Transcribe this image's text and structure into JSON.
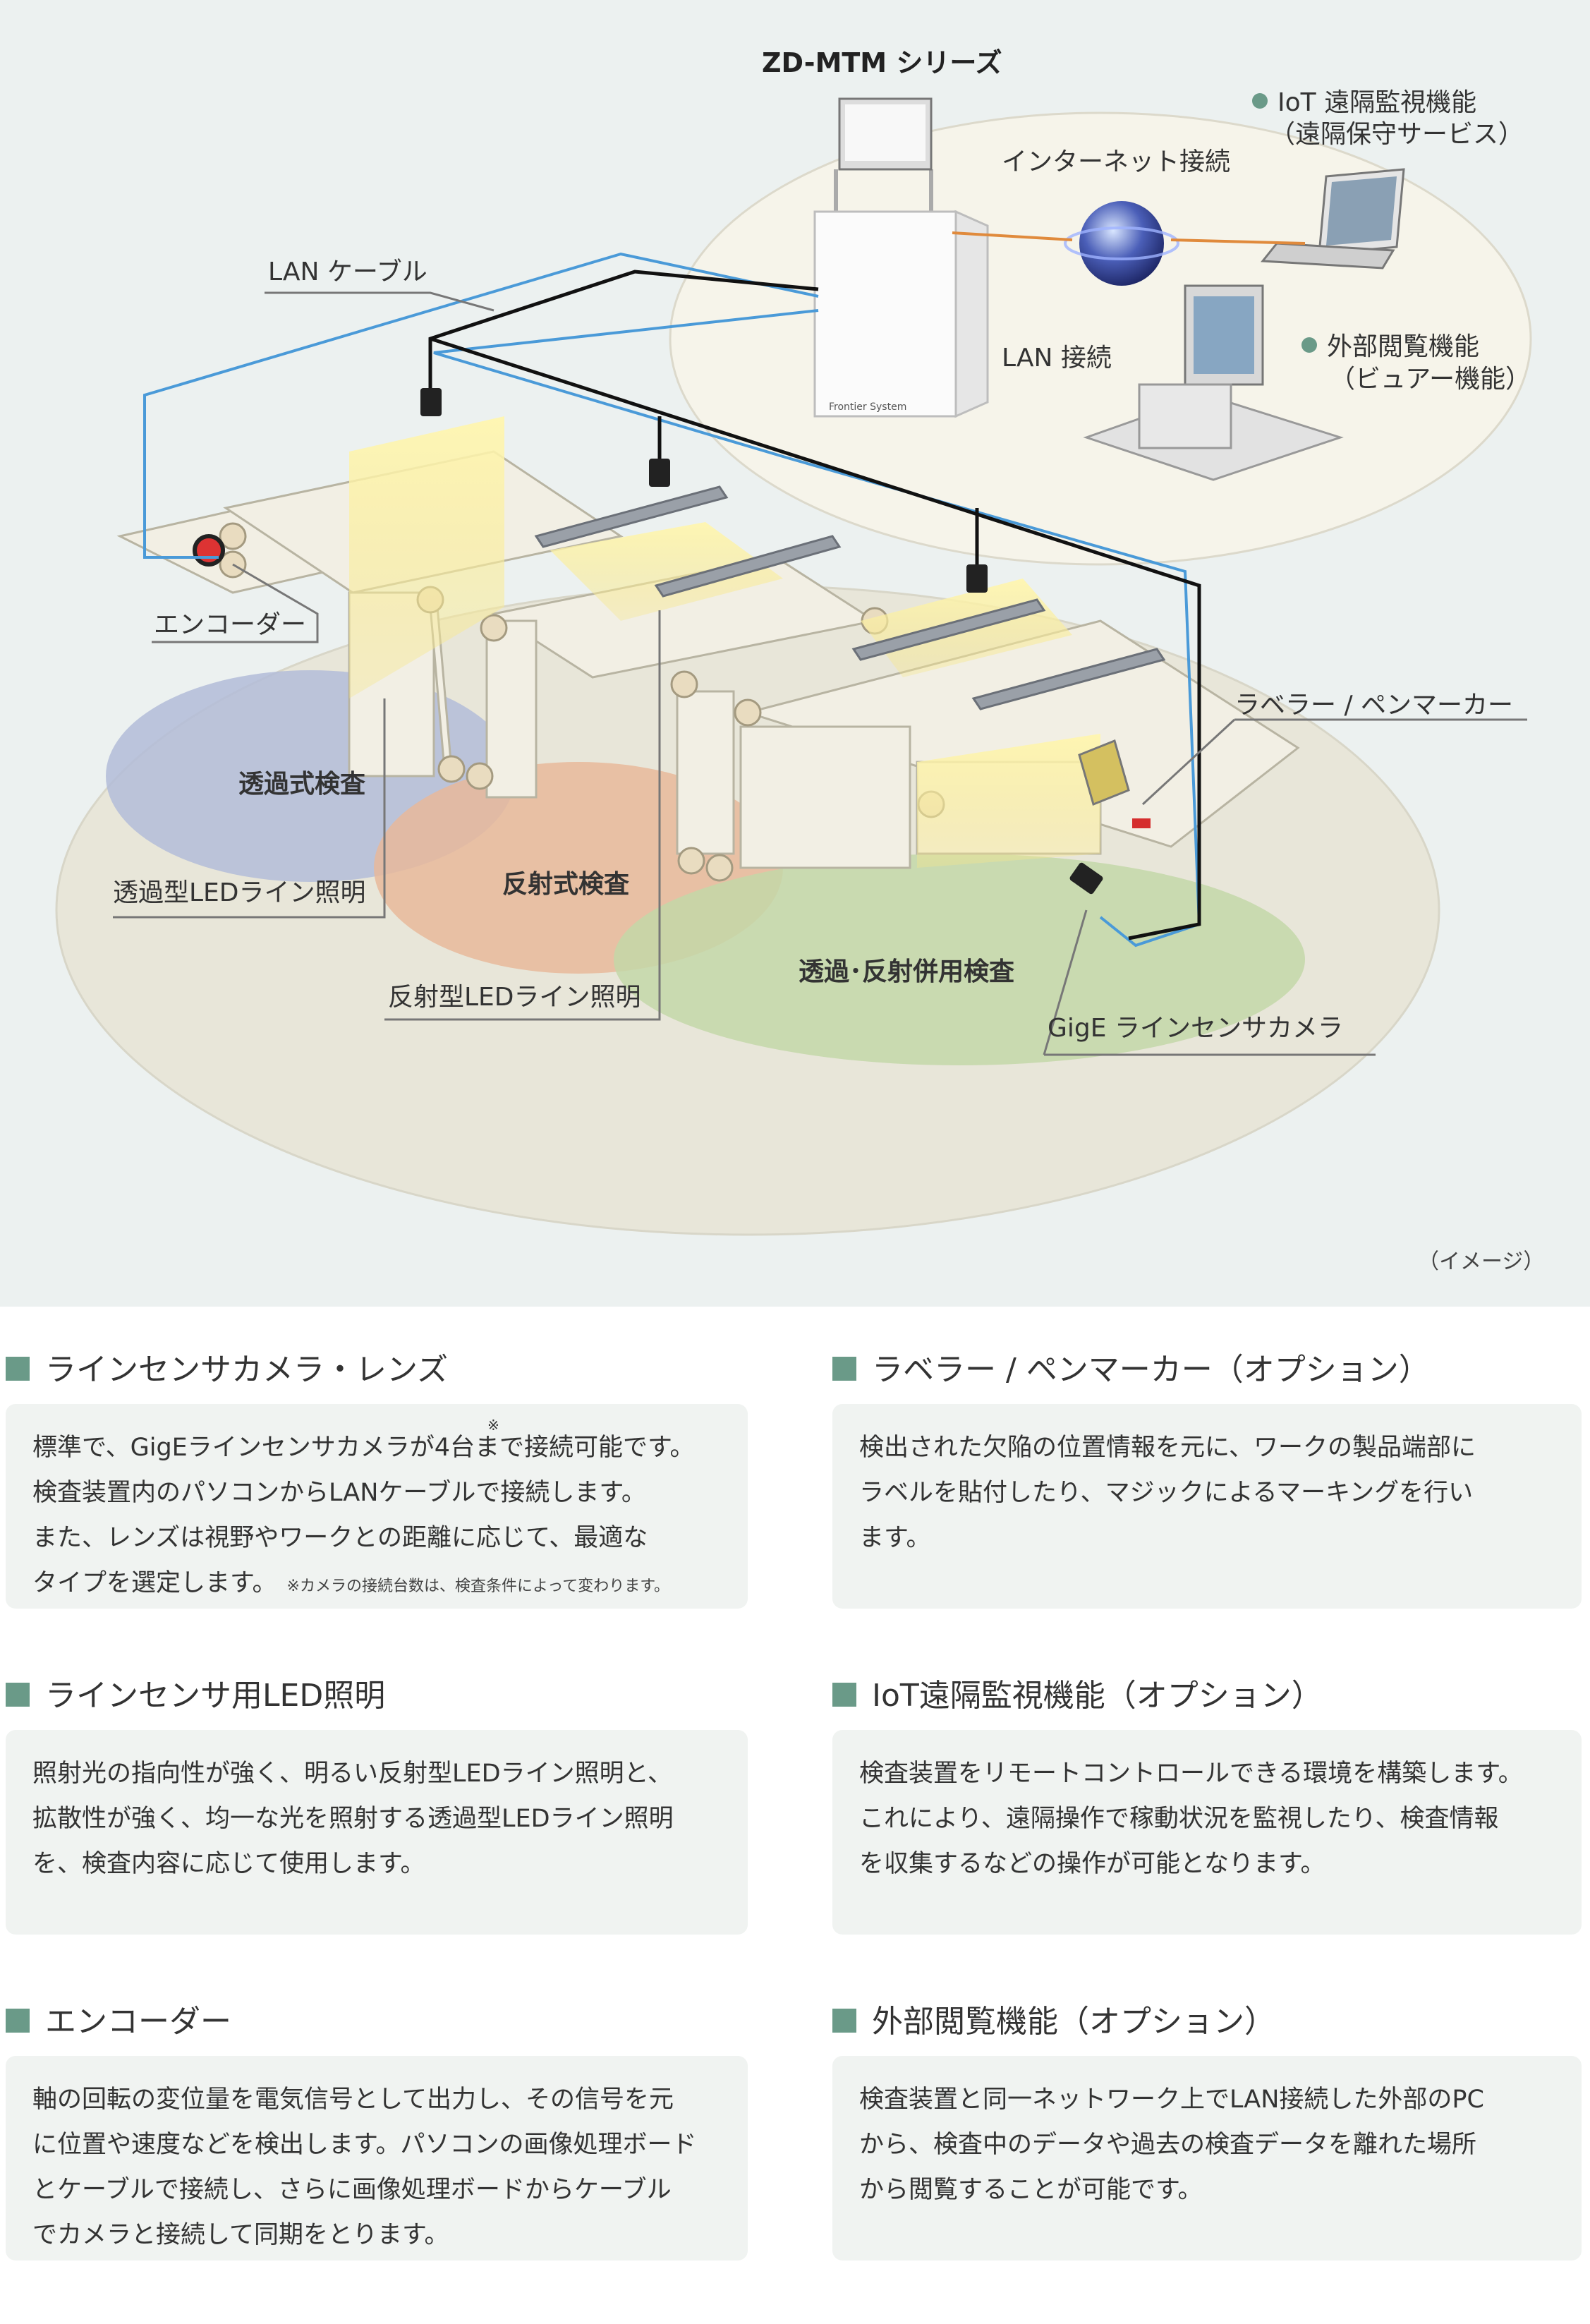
{
  "diagram": {
    "title": "ZD-MTM シリーズ",
    "labels": {
      "iot": "IoT 遠隔監視機能",
      "iot_sub": "（遠隔保守サービス）",
      "internet": "インターネット接続",
      "lan_cable": "LAN ケーブル",
      "lan_conn": "LAN 接続",
      "viewer": "外部閲覧機能",
      "viewer_sub": "（ビュアー機能）",
      "encoder": "エンコーダー",
      "labeler": "ラベラー / ペンマーカー",
      "transmit_insp": "透過式検査",
      "transmit_led": "透過型LEDライン照明",
      "reflect_insp": "反射式検査",
      "reflect_led": "反射型LEDライン照明",
      "combined_insp": "透過･反射併用検査",
      "camera": "GigE ラインセンサカメラ",
      "image_note": "（イメージ）",
      "device_brand": "Frontier System"
    },
    "colors": {
      "accent": "#6a9a88",
      "lan_blue": "#4a9ad8",
      "cable_black": "#111111",
      "internet_orange": "#e08a3c",
      "transmit_zone": "#b3bcd8",
      "reflect_zone": "#e8b99a",
      "combined_zone": "#c3d7a8"
    }
  },
  "sections": [
    {
      "heading": "ラインセンサカメラ・レンズ",
      "lines": [
        "標準で、GigEラインセンサカメラが4台まで接続可能です。",
        "検査装置内のパソコンからLANケーブルで接続します。",
        "また、レンズは視野やワークとの距離に応じて、最適な",
        "タイプを選定します。"
      ],
      "mark": "※",
      "note": "※カメラの接続台数は、検査条件によって変わります。"
    },
    {
      "heading": "ラベラー / ペンマーカー（オプション）",
      "lines": [
        "検出された欠陥の位置情報を元に、ワークの製品端部に",
        "ラベルを貼付したり、マジックによるマーキングを行い",
        "ます。"
      ]
    },
    {
      "heading": "ラインセンサ用LED照明",
      "lines": [
        "照射光の指向性が強く、明るい反射型LEDライン照明と、",
        "拡散性が強く、均一な光を照射する透過型LEDライン照明",
        "を、検査内容に応じて使用します。"
      ]
    },
    {
      "heading": "IoT遠隔監視機能（オプション）",
      "lines": [
        "検査装置をリモートコントロールできる環境を構築します。",
        "これにより、遠隔操作で稼動状況を監視したり、検査情報",
        "を収集するなどの操作が可能となります。"
      ]
    },
    {
      "heading": "エンコーダー",
      "lines": [
        "軸の回転の変位量を電気信号として出力し、その信号を元",
        "に位置や速度などを検出します。パソコンの画像処理ボード",
        "とケーブルで接続し、さらに画像処理ボードからケーブル",
        "でカメラと接続して同期をとります。"
      ]
    },
    {
      "heading": "外部閲覧機能（オプション）",
      "lines": [
        "検査装置と同一ネットワーク上でLAN接続した外部のPC",
        "から、検査中のデータや過去の検査データを離れた場所",
        "から閲覧することが可能です。"
      ]
    }
  ]
}
